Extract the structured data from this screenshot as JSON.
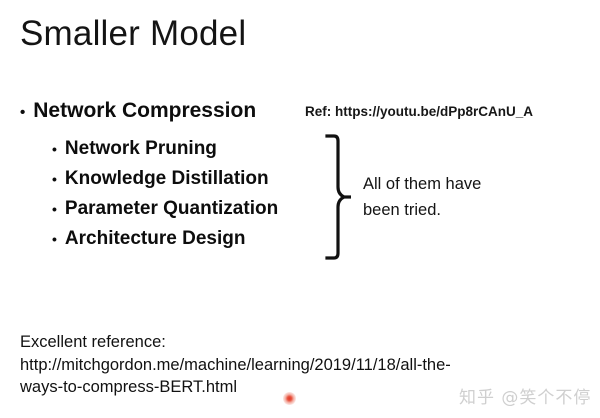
{
  "slide": {
    "title": "Smaller Model",
    "bullet": {
      "marker": "•",
      "label": "Network Compression"
    },
    "sub_bullets": [
      {
        "marker": "•",
        "label": "Network Pruning"
      },
      {
        "marker": "•",
        "label": "Knowledge Distillation"
      },
      {
        "marker": "•",
        "label": "Parameter Quantization"
      },
      {
        "marker": "•",
        "label": "Architecture Design"
      }
    ],
    "reference_inline": "Ref: https://youtu.be/dPp8rCAnU_A",
    "brace_note": {
      "line1": "All of them have",
      "line2": "been tried."
    },
    "footer": {
      "label": "Excellent reference:",
      "url_line1": "http://mitchgordon.me/machine/learning/2019/11/18/all-the-",
      "url_line2": "ways-to-compress-BERT.html"
    },
    "watermark": "知乎 @笑个不停",
    "colors": {
      "background": "#ffffff",
      "text": "#0d0d0d",
      "laser_dot": "#e03a28",
      "watermark": "#cfcfcf"
    }
  }
}
